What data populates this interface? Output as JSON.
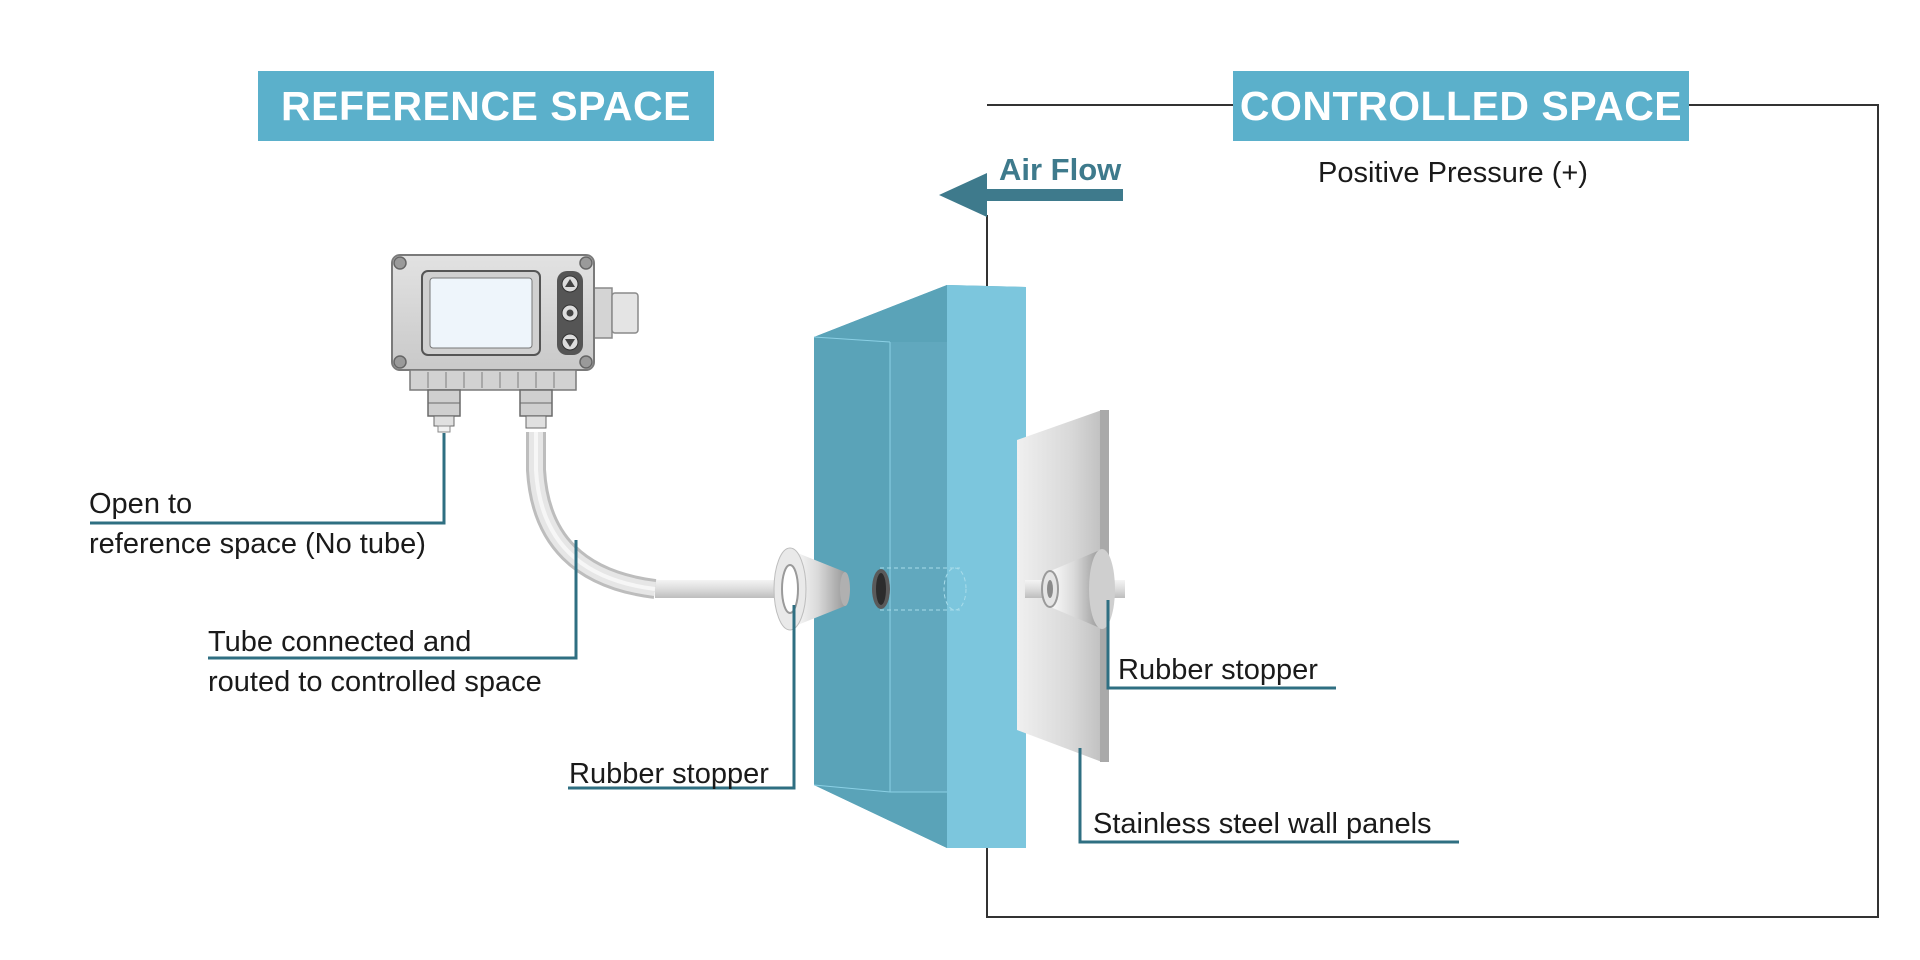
{
  "reference_space": {
    "title": "REFERENCE SPACE"
  },
  "controlled_space": {
    "title": "CONTROLLED SPACE",
    "pressure_label": "Positive Pressure (+)"
  },
  "airflow": {
    "label": "Air Flow"
  },
  "labels": {
    "open_line1": "Open to",
    "open_line2": "reference space (No tube)",
    "tube_line1": "Tube connected and",
    "tube_line2": "routed to controlled space",
    "stopper_left": "Rubber stopper",
    "stopper_right": "Rubber stopper",
    "panels": "Stainless steel wall panels"
  },
  "colors": {
    "title_bg": "#5bb0cb",
    "leader": "#2f6f82",
    "arrow": "#3e7a8c",
    "wall_front": "#5aa3b8",
    "wall_side": "#7cc6dd",
    "room_border": "#333333"
  },
  "icons": {
    "gauge": "differential-pressure-gauge-icon",
    "stopper": "rubber-stopper-icon",
    "arrow": "arrow-left-icon"
  }
}
